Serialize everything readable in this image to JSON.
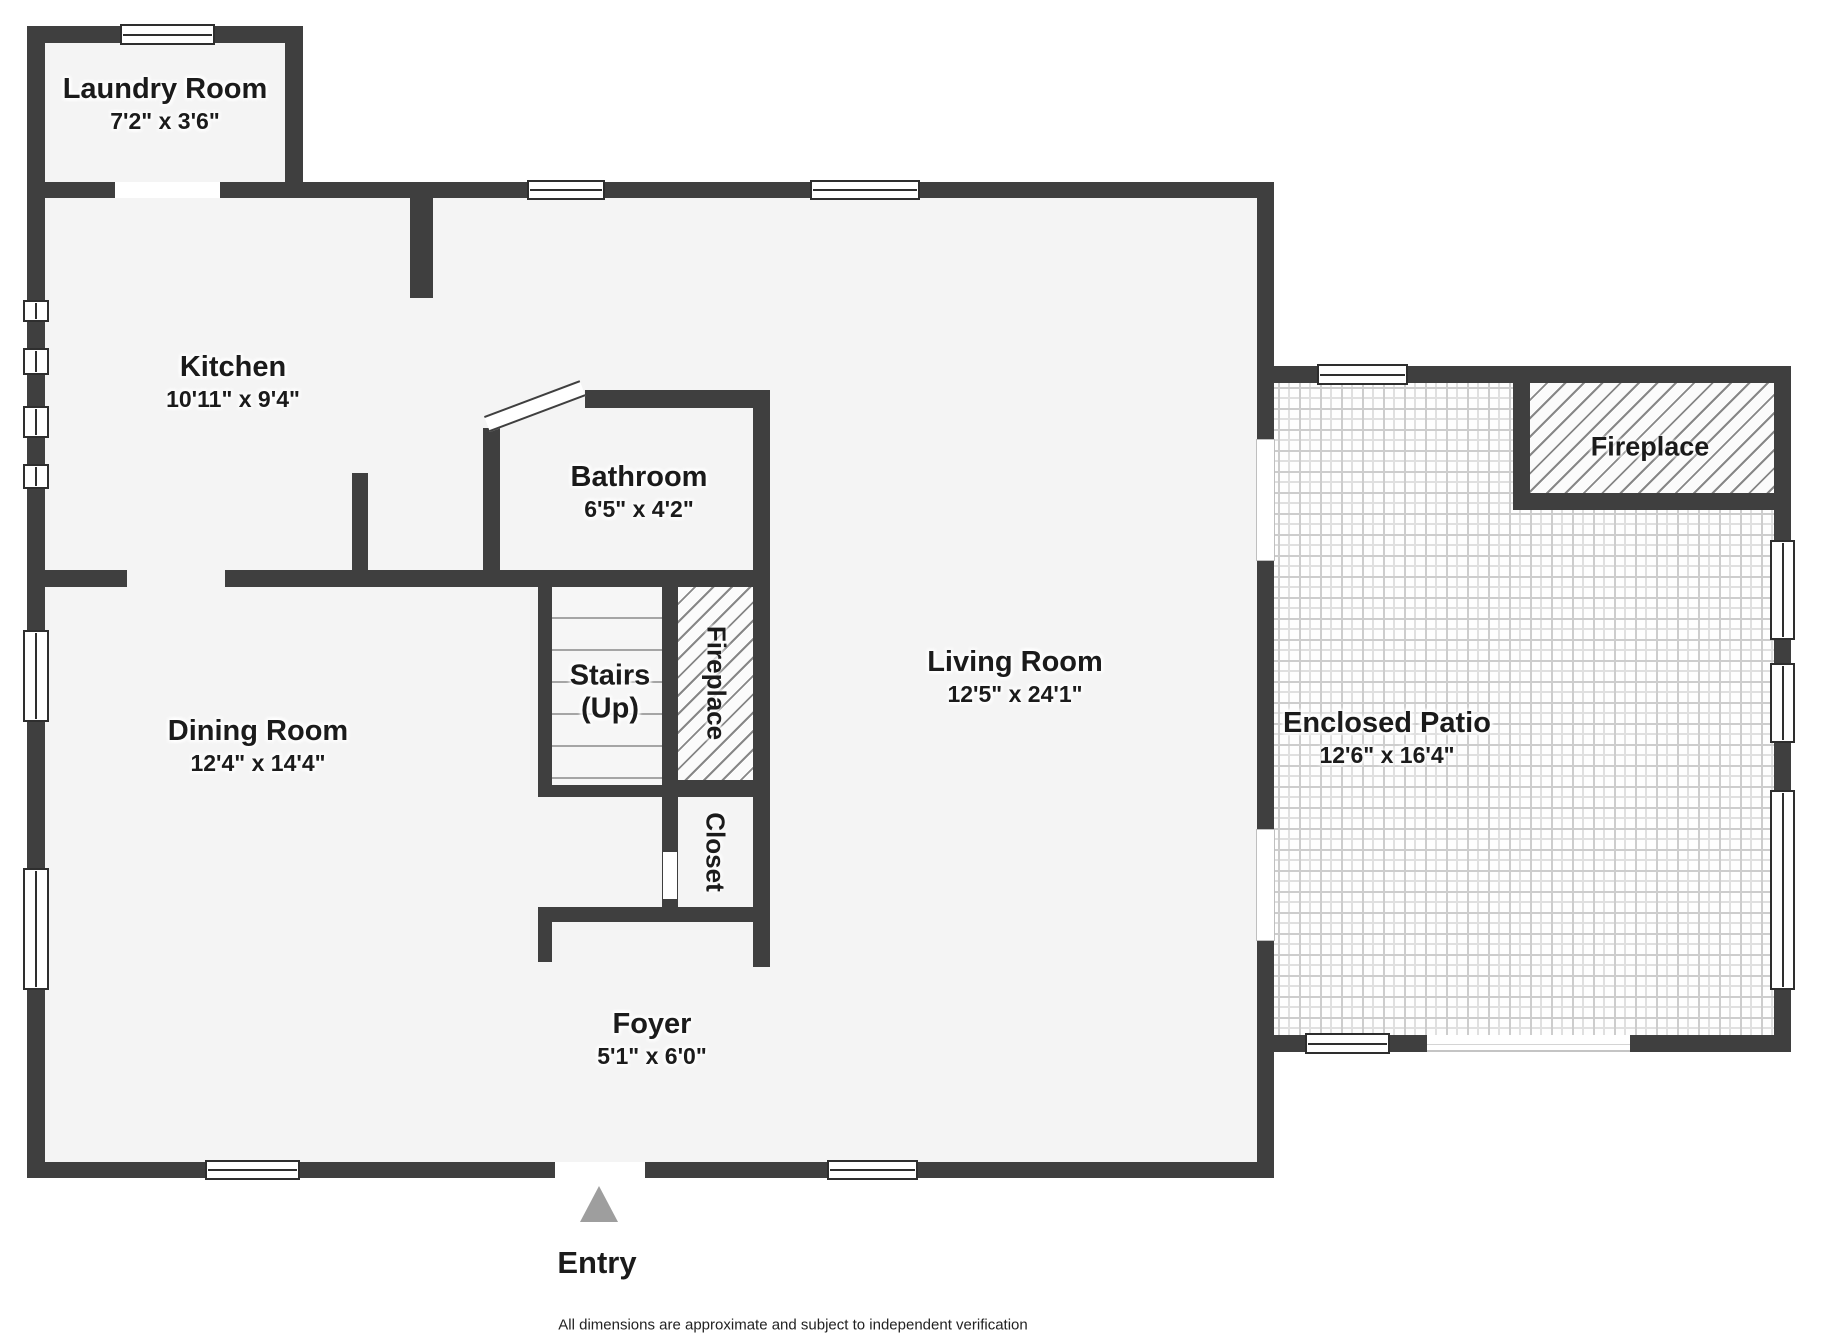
{
  "rooms": {
    "laundry": {
      "name": "Laundry Room",
      "dims": "7'2\" x 3'6\""
    },
    "kitchen": {
      "name": "Kitchen",
      "dims": "10'11\" x 9'4\""
    },
    "bathroom": {
      "name": "Bathroom",
      "dims": "6'5\" x 4'2\""
    },
    "stairs": {
      "name": "Stairs",
      "dims": "(Up)"
    },
    "stairs_fireplace": {
      "name": "Fireplace"
    },
    "closet": {
      "name": "Closet"
    },
    "dining": {
      "name": "Dining Room",
      "dims": "12'4\" x 14'4\""
    },
    "living": {
      "name": "Living Room",
      "dims": "12'5\" x 24'1\""
    },
    "foyer": {
      "name": "Foyer",
      "dims": "5'1\" x 6'0\""
    },
    "patio": {
      "name": "Enclosed Patio",
      "dims": "12'6\" x 16'4\""
    },
    "patio_fireplace": {
      "name": "Fireplace"
    }
  },
  "entry": {
    "label": "Entry"
  },
  "footer": {
    "disclaimer": "All dimensions are approximate and subject to independent verification"
  },
  "colors": {
    "wall": "#3f3f3f",
    "floor": "#f4f4f4",
    "entry_arrow": "#9e9e9e"
  }
}
